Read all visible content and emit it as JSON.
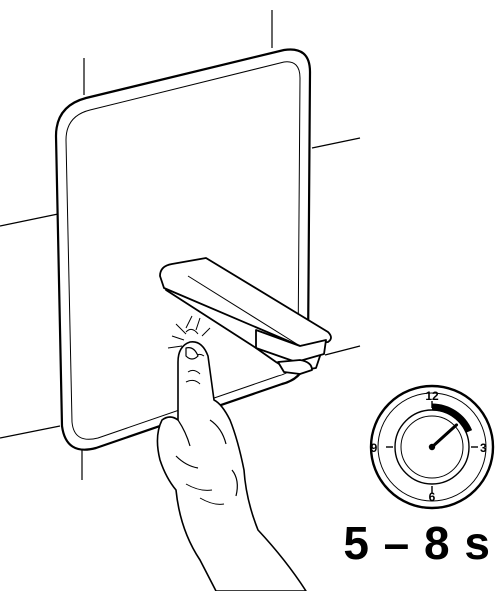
{
  "instruction": {
    "duration_text": "5 – 8 s"
  },
  "timer": {
    "numerals": {
      "top": "12",
      "right": "3",
      "bottom": "6",
      "left": "9"
    },
    "icon": "stopwatch-icon",
    "highlighted_range_seconds": [
      0,
      8
    ]
  },
  "colors": {
    "line": "#000000",
    "background": "#ffffff"
  }
}
